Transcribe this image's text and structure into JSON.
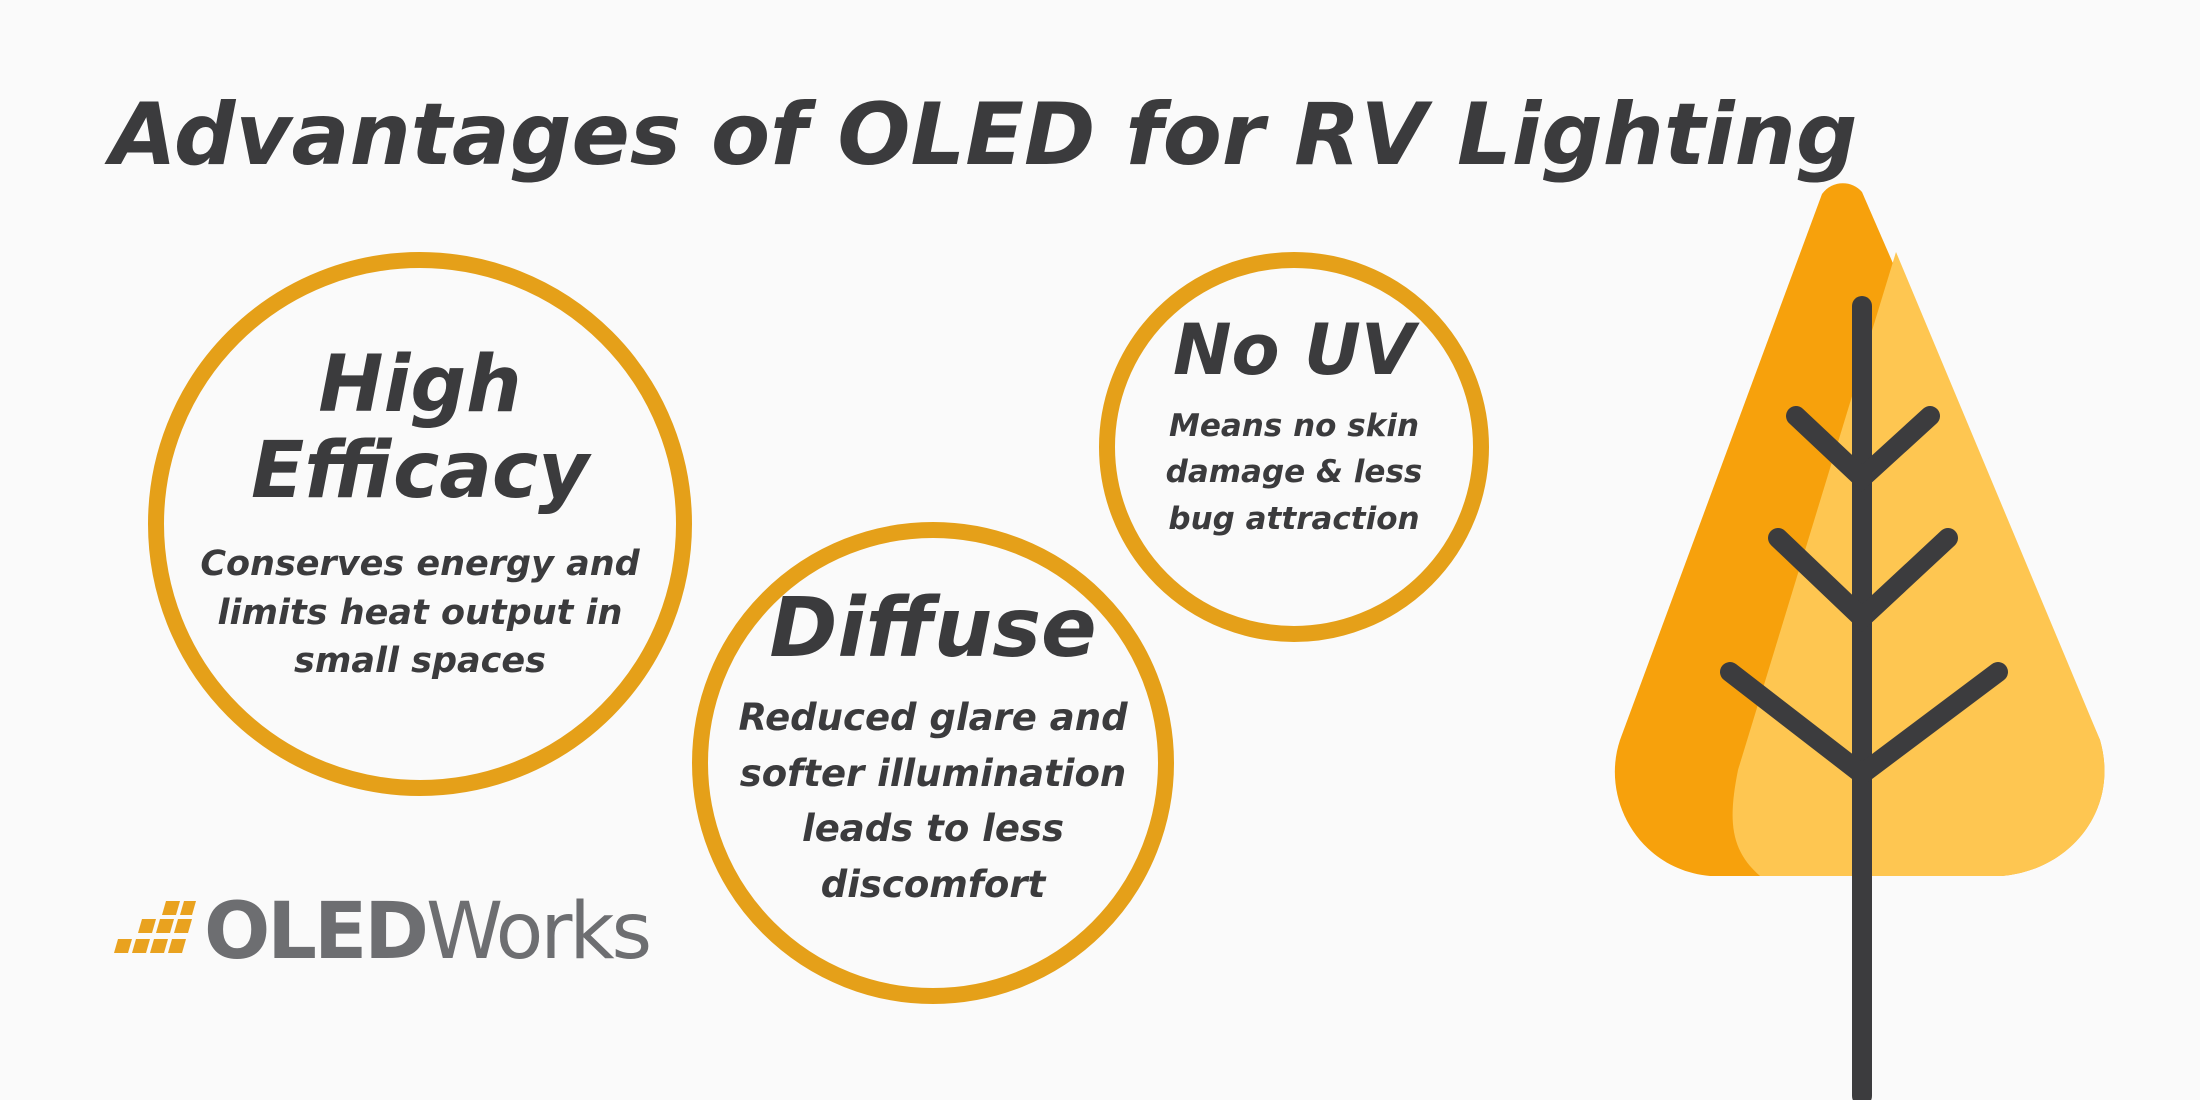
{
  "title": "Advantages of OLED for RV Lighting",
  "advantages": [
    {
      "heading_line1": "High",
      "heading_line2": "Efficacy",
      "description": "Conserves energy and limits heat output in small spaces"
    },
    {
      "heading_line1": "Diffuse",
      "description": "Reduced glare and softer illumination leads to less discomfort"
    },
    {
      "heading_line1": "No UV",
      "description": "Means no skin damage & less bug attraction"
    }
  ],
  "logo": {
    "bold_part": "OLED",
    "light_part": "Works",
    "mark_icon": "oledworks-grid-mark-icon"
  },
  "illustration": {
    "icon": "stylized-tree-icon"
  },
  "colors": {
    "accent": "#e5a019",
    "text": "#3b3b3d",
    "tree_dark": "#f7a10c",
    "tree_light": "#fec651",
    "tree_trunk": "#3c3c3e",
    "logo_gray": "#6d6e71"
  }
}
